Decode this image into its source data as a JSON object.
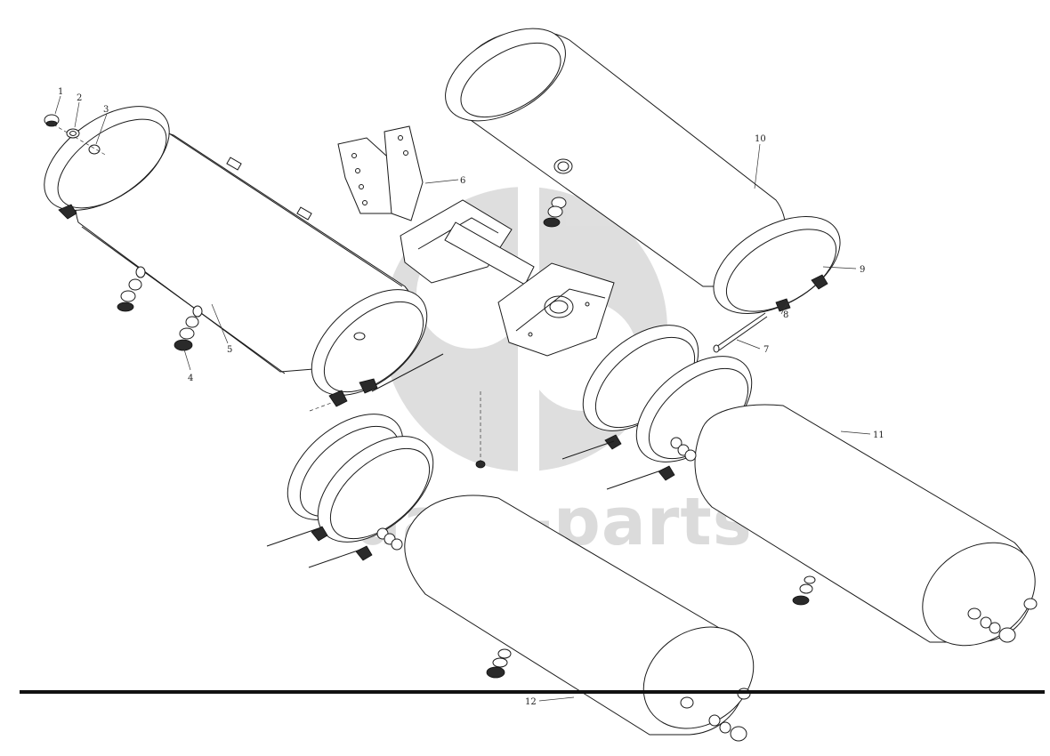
{
  "watermark": {
    "text": "data-parts",
    "color": "#bdbdbd"
  },
  "callouts": [
    {
      "id": "1",
      "label": "1"
    },
    {
      "id": "2",
      "label": "2"
    },
    {
      "id": "3",
      "label": "3"
    },
    {
      "id": "4",
      "label": "4"
    },
    {
      "id": "5",
      "label": "5"
    },
    {
      "id": "6",
      "label": "6"
    },
    {
      "id": "7",
      "label": "7"
    },
    {
      "id": "8",
      "label": "8"
    },
    {
      "id": "9",
      "label": "9"
    },
    {
      "id": "10",
      "label": "10"
    },
    {
      "id": "11",
      "label": "11"
    },
    {
      "id": "12",
      "label": "12"
    }
  ],
  "colors": {
    "line": "#1a1a1a",
    "background": "#ffffff",
    "rule": "#111111"
  }
}
